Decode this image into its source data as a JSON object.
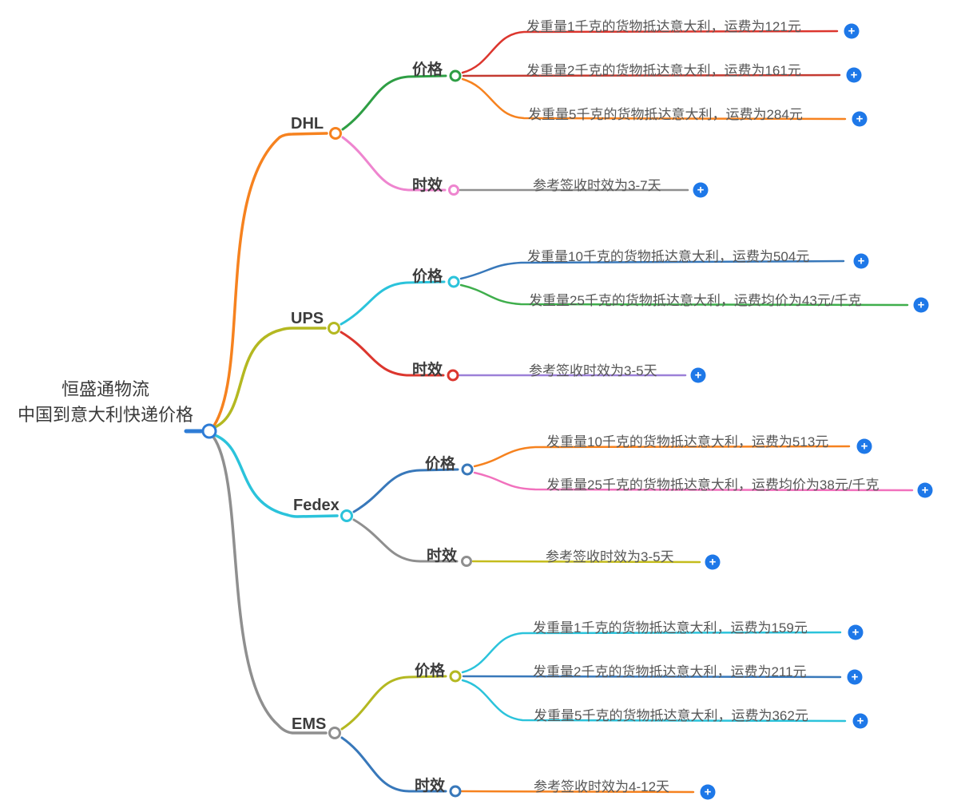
{
  "root": {
    "line1": "恒盛通物流",
    "line2": "中国到意大利快递价格"
  },
  "branches": [
    {
      "label": "DHL",
      "children": [
        {
          "label": "价格",
          "leaves": [
            "发重量1千克的货物抵达意大利，运费为121元",
            "发重量2千克的货物抵达意大利，运费为161元",
            "发重量5千克的货物抵达意大利，运费为284元"
          ]
        },
        {
          "label": "时效",
          "leaves": [
            "参考签收时效为3-7天"
          ]
        }
      ]
    },
    {
      "label": "UPS",
      "children": [
        {
          "label": "价格",
          "leaves": [
            "发重量10千克的货物抵达意大利，运费为504元",
            "发重量25千克的货物抵达意大利，运费均价为43元/千克"
          ]
        },
        {
          "label": "时效",
          "leaves": [
            "参考签收时效为3-5天"
          ]
        }
      ]
    },
    {
      "label": "Fedex",
      "children": [
        {
          "label": "价格",
          "leaves": [
            "发重量10千克的货物抵达意大利，运费为513元",
            "发重量25千克的货物抵达意大利，运费均价为38元/千克"
          ]
        },
        {
          "label": "时效",
          "leaves": [
            "参考签收时效为3-5天"
          ]
        }
      ]
    },
    {
      "label": "EMS",
      "children": [
        {
          "label": "价格",
          "leaves": [
            "发重量1千克的货物抵达意大利，运费为159元",
            "发重量2千克的货物抵达意大利，运费为211元",
            "发重量5千克的货物抵达意大利，运费为362元"
          ]
        },
        {
          "label": "时效",
          "leaves": [
            "参考签收时效为4-12天"
          ]
        }
      ]
    }
  ],
  "icons": {
    "plus": "+"
  },
  "colors": {
    "orange": "#F6821F",
    "olive": "#B4B821",
    "cyan": "#2BC3DB",
    "gray": "#8F8F8F",
    "green": "#2E9E44",
    "pink": "#EE85CF",
    "red": "#DC362E",
    "dark_red": "#C43A31",
    "steel_blue": "#3878BA",
    "leaf_green": "#3FAE4C",
    "purple": "#9C80D8",
    "magenta": "#F171BD",
    "yellow_olive": "#C4BC1C",
    "root_blue": "#2E7CD6",
    "plus_blue": "#1E78E8"
  }
}
